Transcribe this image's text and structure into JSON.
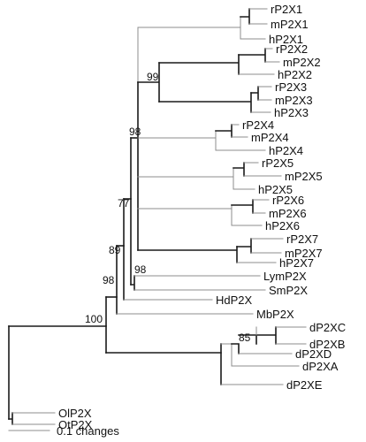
{
  "taxa": [
    "rP2X1",
    "mP2X1",
    "hP2X1",
    "rP2X2",
    "mP2X2",
    "hP2X2",
    "rP2X3",
    "mP2X3",
    "hP2X3",
    "rP2X4",
    "mP2X4",
    "hP2X4",
    "rP2X5",
    "mP2X5",
    "hP2X5",
    "rP2X6",
    "mP2X6",
    "hP2X6",
    "rP2X7",
    "mP2X7",
    "hP2X7",
    "LymP2X",
    "SmP2X",
    "HdP2X",
    "MbP2X",
    "dP2XC",
    "dP2XB",
    "dP2XD",
    "dP2XA",
    "dP2XE",
    "OlP2X",
    "OtP2X"
  ],
  "bootstrap": [
    "99",
    "98",
    "77",
    "89",
    "98",
    "98",
    "100",
    "85"
  ],
  "scale_bar": {
    "label": "0.1 changes"
  }
}
